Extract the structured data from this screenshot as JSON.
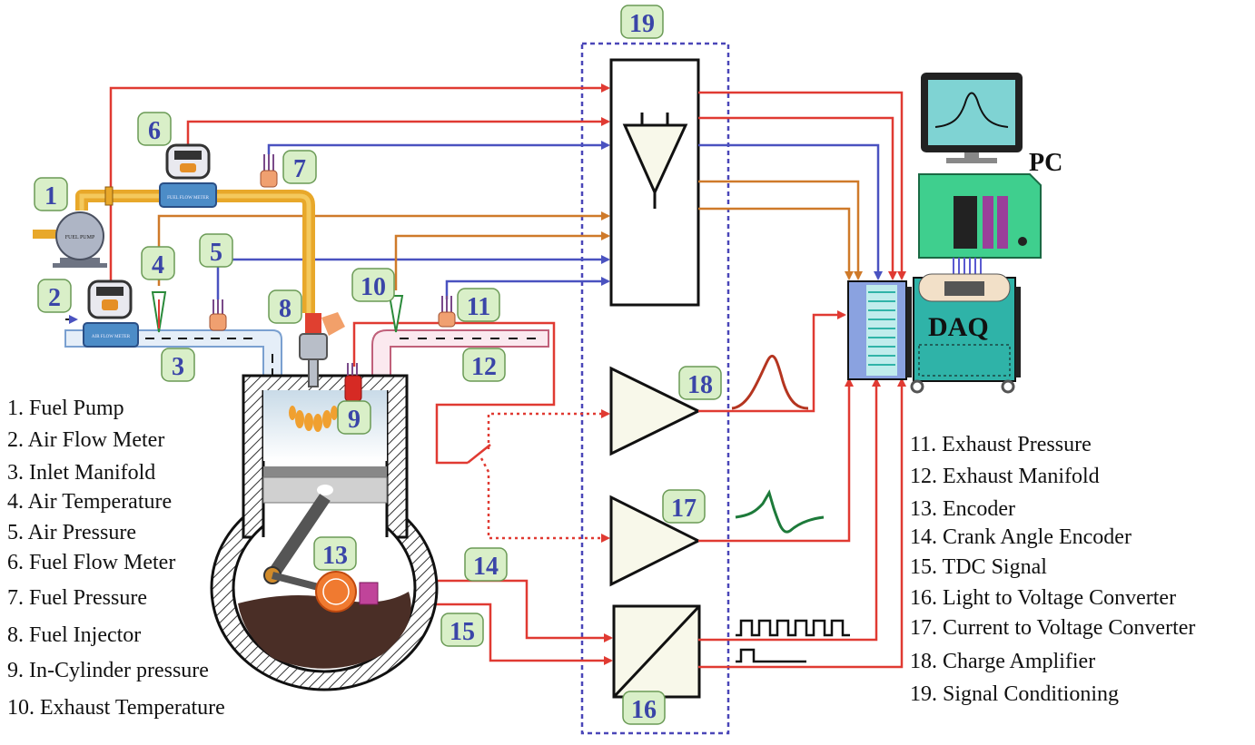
{
  "badges": [
    "1",
    "2",
    "3",
    "4",
    "5",
    "6",
    "7",
    "8",
    "9",
    "10",
    "11",
    "12",
    "13",
    "14",
    "15",
    "16",
    "17",
    "18",
    "19"
  ],
  "legend_left": [
    "1. Fuel Pump",
    "2. Air Flow Meter",
    "3. Inlet Manifold",
    "4. Air Temperature",
    "5. Air Pressure",
    "6. Fuel Flow Meter",
    "7. Fuel Pressure",
    "8. Fuel Injector",
    "9. In-Cylinder pressure",
    "10. Exhaust Temperature"
  ],
  "legend_right": [
    "11. Exhaust Pressure",
    "12. Exhaust Manifold",
    "13. Encoder",
    "14. Crank Angle Encoder",
    "15. TDC Signal",
    "16. Light to Voltage Converter",
    "17. Current to Voltage Converter",
    "18. Charge Amplifier",
    "19. Signal Conditioning"
  ],
  "labels": {
    "pc": "PC",
    "daq": "DAQ",
    "fuel_pump": "FUEL PUMP",
    "fuel_flow_meter": "FUEL FLOW METER",
    "air_flow_meter": "AIR FLOW METER"
  },
  "colors": {
    "signal_red": "#e03a32",
    "signal_blue": "#4a52c0",
    "signal_orange": "#cf7a2a",
    "fuel_line": "#e8a82a",
    "badge_fill": "#d9efc8",
    "badge_text": "#3a45a8",
    "conditioning_fill": "#f8f8ea",
    "daq_fill": "#2fb3a8",
    "pc_screen": "#7fd3d3",
    "cpu_fill": "#3fcf8e"
  }
}
